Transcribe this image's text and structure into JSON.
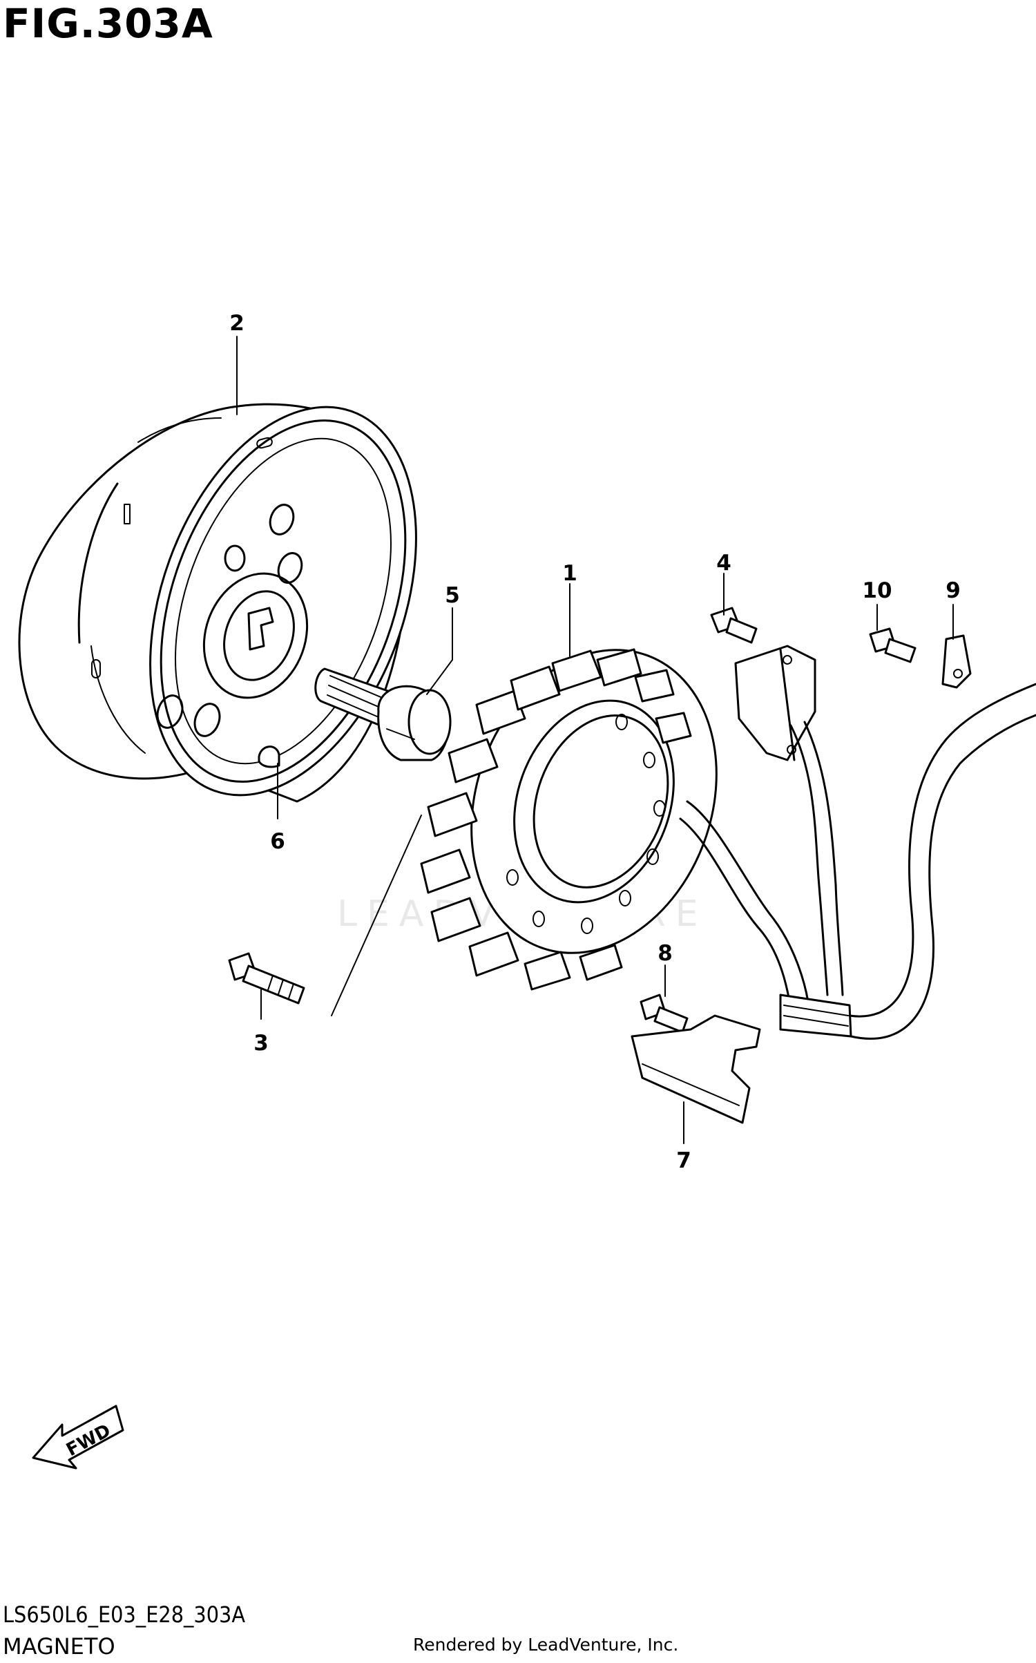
{
  "title": "FIG.303A",
  "callouts": {
    "c1": "1",
    "c2": "2",
    "c3": "3",
    "c4": "4",
    "c5": "5",
    "c6": "6",
    "c7": "7",
    "c8": "8",
    "c9": "9",
    "c10": "10"
  },
  "fwd_label": "FWD",
  "footer": {
    "diagram_code": "LS650L6_E03_E28_303A",
    "section_name": "MAGNETO",
    "credit": "Rendered by LeadVenture, Inc."
  },
  "watermark": "LEADVENTURE"
}
